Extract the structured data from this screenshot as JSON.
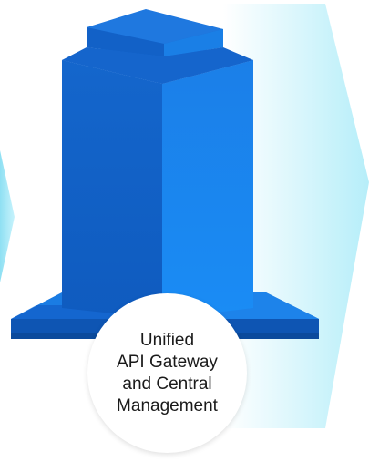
{
  "label": {
    "lines": [
      "Unified",
      "API Gateway",
      "and Central",
      "Management"
    ]
  },
  "colors": {
    "tower_left": "#1162c9",
    "tower_right": "#1a86f2",
    "tower_top": "#1f6ed8",
    "base": "#1366cf",
    "chevron": "#c6f1fb",
    "background": "#ffffff"
  },
  "icons": {
    "tower": "api-gateway-tower-icon",
    "arrow_left": "chevron-right-icon",
    "arrow_right": "chevron-right-icon"
  }
}
